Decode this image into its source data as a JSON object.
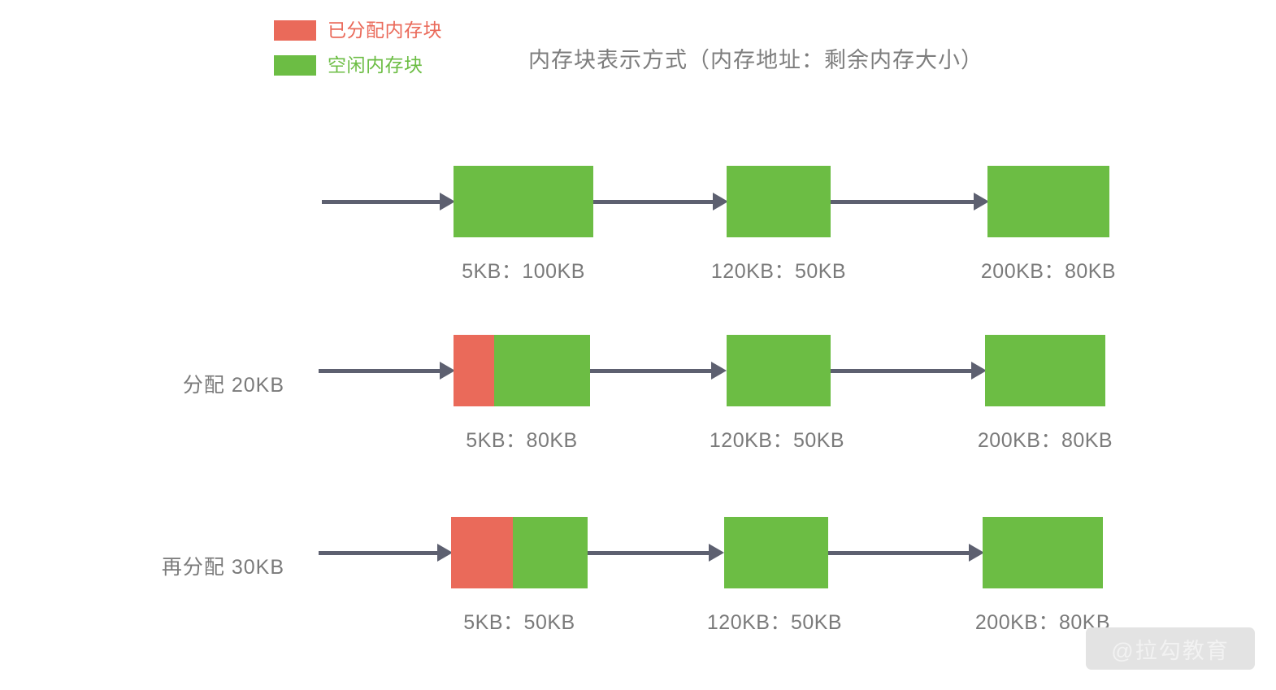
{
  "title": "内存块表示方式（内存地址：剩余内存大小）",
  "colors": {
    "allocated": "#ea6a5a",
    "free": "#6cbd44",
    "arrow": "#5d6070",
    "text": "#7a7a7a",
    "watermark_bg": "#e3e3e3",
    "watermark_text": "#f2f2f2"
  },
  "legend": {
    "items": [
      {
        "label": "已分配内存块",
        "color": "#ea6a5a",
        "swatch": "allocated-swatch"
      },
      {
        "label": "空闲内存块",
        "color": "#6cbd44",
        "swatch": "free-swatch"
      }
    ]
  },
  "rows": [
    {
      "action_label": "",
      "blocks": [
        {
          "caption": "5KB：100KB",
          "address": "5KB",
          "remaining": "100KB",
          "used_pct": 0,
          "free_pct": 100
        },
        {
          "caption": "120KB：50KB",
          "address": "120KB",
          "remaining": "50KB",
          "used_pct": 0,
          "free_pct": 100
        },
        {
          "caption": "200KB：80KB",
          "address": "200KB",
          "remaining": "80KB",
          "used_pct": 0,
          "free_pct": 100
        }
      ]
    },
    {
      "action_label": "分配 20KB",
      "blocks": [
        {
          "caption": "5KB：80KB",
          "address": "5KB",
          "remaining": "80KB",
          "used_pct": 30,
          "free_pct": 70
        },
        {
          "caption": "120KB：50KB",
          "address": "120KB",
          "remaining": "50KB",
          "used_pct": 0,
          "free_pct": 100
        },
        {
          "caption": "200KB：80KB",
          "address": "200KB",
          "remaining": "80KB",
          "used_pct": 0,
          "free_pct": 100
        }
      ]
    },
    {
      "action_label": "再分配 30KB",
      "blocks": [
        {
          "caption": "5KB：50KB",
          "address": "5KB",
          "remaining": "50KB",
          "used_pct": 45,
          "free_pct": 55
        },
        {
          "caption": "120KB：50KB",
          "address": "120KB",
          "remaining": "50KB",
          "used_pct": 0,
          "free_pct": 100
        },
        {
          "caption": "200KB：80KB",
          "address": "200KB",
          "remaining": "80KB",
          "used_pct": 0,
          "free_pct": 100
        }
      ]
    }
  ],
  "watermark": {
    "text": "@拉勾教育"
  }
}
